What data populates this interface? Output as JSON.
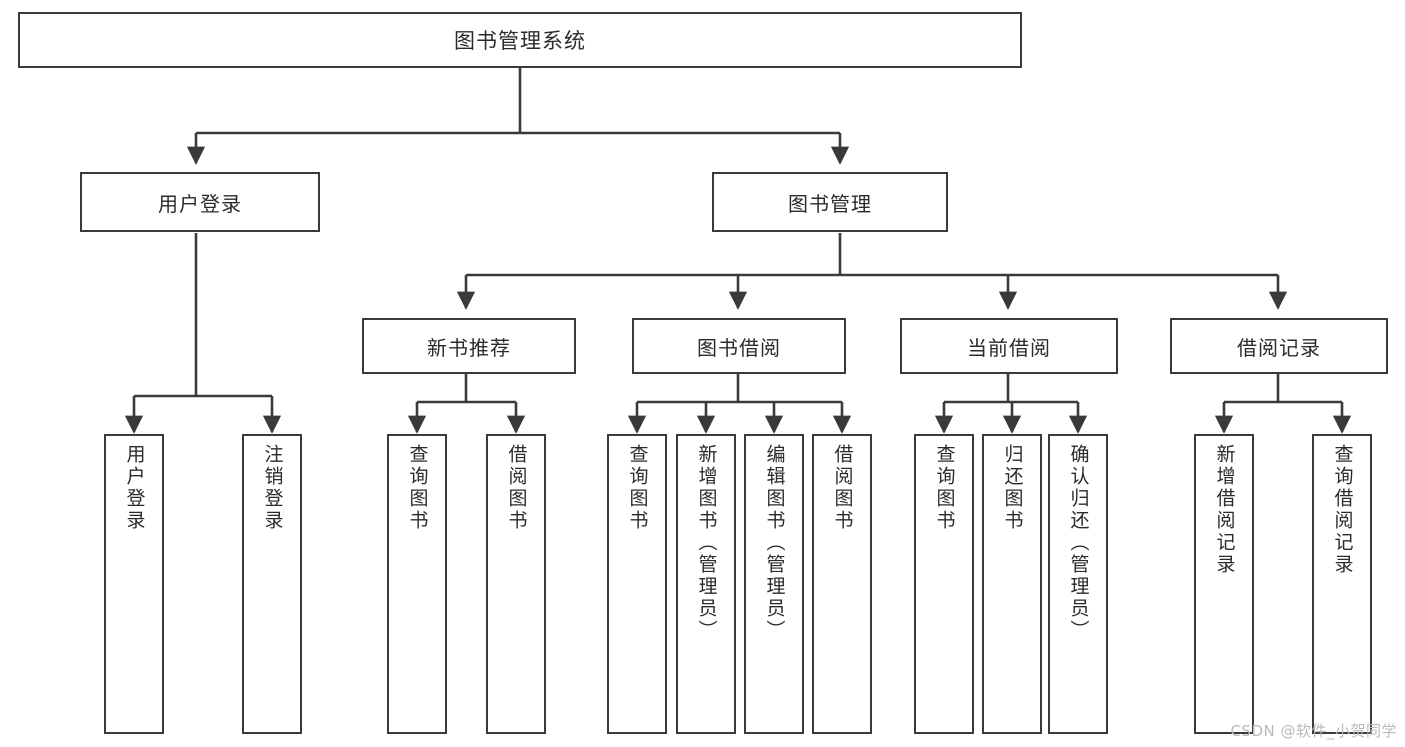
{
  "diagram": {
    "title": "图书管理系统",
    "type": "hierarchy-tree",
    "watermark": "CSDN @软件_小贺同学",
    "colors": {
      "box_border": "#3a3a3a",
      "box_fill": "#ffffff",
      "line": "#3a3a3a",
      "text": "#2b2b2b",
      "watermark": "#b9b9b9"
    },
    "root": {
      "label": "图书管理系统"
    },
    "level1": [
      {
        "label": "用户登录"
      },
      {
        "label": "图书管理"
      }
    ],
    "level2": [
      {
        "label": "新书推荐"
      },
      {
        "label": "图书借阅"
      },
      {
        "label": "当前借阅"
      },
      {
        "label": "借阅记录"
      }
    ],
    "leaves": {
      "user_login": [
        {
          "label": "用户登录"
        },
        {
          "label": "注销登录"
        }
      ],
      "new_book_recommend": [
        {
          "label": "查询图书"
        },
        {
          "label": "借阅图书"
        }
      ],
      "book_borrow": [
        {
          "label": "查询图书"
        },
        {
          "label": "新增图书（管理员）"
        },
        {
          "label": "编辑图书（管理员）"
        },
        {
          "label": "借阅图书"
        }
      ],
      "current_borrow": [
        {
          "label": "查询图书"
        },
        {
          "label": "归还图书"
        },
        {
          "label": "确认归还（管理员）"
        }
      ],
      "borrow_record": [
        {
          "label": "新增借阅记录"
        },
        {
          "label": "查询借阅记录"
        }
      ]
    }
  }
}
